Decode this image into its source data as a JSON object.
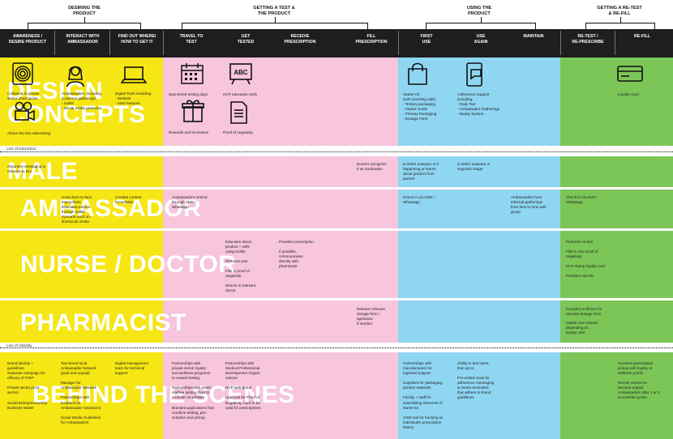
{
  "phases": [
    {
      "id": "desire",
      "lines": [
        "DESIRING THE",
        "PRODUCT"
      ]
    },
    {
      "id": "test",
      "lines": [
        "GETTING A TEST &",
        "THE PRODUCT"
      ]
    },
    {
      "id": "use",
      "lines": [
        "USING THE",
        "PRODUCT"
      ]
    },
    {
      "id": "retest",
      "lines": [
        "GETTING A RE-TEST",
        "& RE-FILL"
      ]
    }
  ],
  "steps": [
    [
      "AWARENESS /",
      "DESIRE PRODUCT"
    ],
    [
      "INTERACT WITH",
      "AMBASSADOR"
    ],
    [
      "FIND OUT WHERE/",
      "HOW TO GET IT"
    ],
    [
      "TRAVEL TO",
      "TEST"
    ],
    [
      "GET",
      "TESTED"
    ],
    [
      "RECEIVE",
      "PRESCRIPTION"
    ],
    [
      "FILL",
      "PRESCRIPTION"
    ],
    [
      "FIRST",
      "USE"
    ],
    [
      "USE",
      "AGAIN"
    ],
    [
      "MAINTAIN",
      ""
    ],
    [
      "RE-TEST /",
      "RE-PRESCRIBE"
    ],
    [
      "RE-FILL",
      ""
    ]
  ],
  "lane_labels": {
    "interaction": "Line of Interaction",
    "visibility": "Line of Visibility"
  },
  "rows": {
    "design": "DESIGN CONCEPTS",
    "male": "MALE",
    "ambassador": "AMBASSADOR",
    "nurse": "NURSE / DOCTOR",
    "pharmacist": "PHARMACIST",
    "behind": "BEHIND THE SCENES"
  },
  "notes": {
    "d1": [
      "Collateral in private",
      "sector pharmacies"
    ],
    "d2": [
      "Above-the-line advertising"
    ],
    "d3": [
      "Ambassadors, including",
      "in-person gatherings",
      "- toolkit",
      "- Social media presence"
    ],
    "d4": [
      "Digital Tools including:",
      "- Website",
      "- SMS features"
    ],
    "d5": [
      "Sponsored testing days"
    ],
    "d6": [
      "HCP education tools"
    ],
    "d7": [
      "Rewards and Incentives"
    ],
    "d8": [
      "Proof of negativity"
    ],
    "d9": [
      "Starter Kit",
      "(with branding aids)",
      "- Tertiary packaging",
      "- Starter Guide",
      "- Primary Packaging",
      "- Dosage Form"
    ],
    "d10": [
      "Adherence Support",
      "including:",
      "- Daily Text",
      "- Ambassador Gatherings",
      "- Buddy System"
    ],
    "d11": [
      "Loyalty Card"
    ],
    "m1": [
      "Assumes messaging is",
      "relevant to him"
    ],
    "m2": [
      "Doesn't recognize",
      "it as medication"
    ],
    "m3": [
      "Is either unaware of it",
      "happening or learns",
      "about product from",
      "partner"
    ],
    "m4": [
      "Is either unaware or",
      "supports usage"
    ],
    "a1": [
      "Hosts face-to-face",
      "interactions",
      "Educates women",
      "through toolkit",
      "Spreads word on-",
      "line/social media"
    ],
    "a2": [
      "Creates content",
      "for website"
    ],
    "a3": [
      "Ambassadors remind",
      "through SMS /",
      "Whatsapp"
    ],
    "a4": [
      "Check in via SMS /",
      "Whatsapp"
    ],
    "a5": [
      "Ambassadors host",
      "informal gatherings",
      "from time to time with",
      "group"
    ],
    "a6": [
      "Check in via SMS /",
      "Whatsapp"
    ],
    "n1": [
      "Educates about",
      "product + sells",
      "using toolkit"
    ],
    "n2": [
      "Performs test"
    ],
    "n3": [
      "Fills in proof of",
      "negativity"
    ],
    "n4": [
      "Directs to relevant",
      "doctor"
    ],
    "n5": [
      "Provides prescription"
    ],
    "n6": [
      "If possible,",
      "communicates",
      "directly with",
      "pharmacist"
    ],
    "n7": [
      "Performs re-test"
    ],
    "n8": [
      "Fills in new proof of",
      "negativity"
    ],
    "n9": [
      "HCP stamp loyalty card"
    ],
    "n10": [
      "Provides new Rx"
    ],
    "p1": [
      "Retrieve relevant",
      "dosage form /",
      "applicator",
      "if needed"
    ],
    "p2": [
      "Provides re-fill box for",
      "relevant dosage form"
    ],
    "p3": [
      "Hands over reward",
      "depending on",
      "loyalty card"
    ],
    "b1": [
      "Brand identity +",
      "guidelines",
      "",
      "Separate campaign for",
      "efficacy of PrEP",
      "",
      "Private sector price",
      "anchor",
      "",
      "Social Entrepreneurship",
      "Business Model"
    ],
    "b2": [
      "Two-tiered local",
      "Ambassador Network",
      "(paid and unpaid)",
      "",
      "Manager for",
      "Ambassador Network",
      "",
      "Partnerships with",
      "locations for",
      "Ambassador Activations",
      "",
      "Social Media Guidelines",
      "for Ambassadors"
    ],
    "b3": [
      "Digital management",
      "team for technical",
      "support"
    ],
    "b4": [
      "Partnerships with",
      "private sector loyalty",
      "and wellness programs",
      "to reward testing",
      "",
      "Partnerships with exam-",
      "ing/free testing days to",
      "promote on website",
      "",
      "Branded applications that",
      "combine testing, pre-",
      "scription and pickup"
    ],
    "b5": [
      "Partnerships with",
      "Medical Professional",
      "Development Organi-",
      "zations",
      "",
      "HCP web portal",
      "",
      "Approval for Proof of",
      "Negativity Card to be",
      "valid for prescriptions"
    ],
    "b6": [
      "Partnerships with",
      "manufacturers for",
      "logistical support",
      "",
      "Suppliers for packaging,",
      "printed materials",
      "",
      "Facility + staff for",
      "assembling elements of",
      "starter kit",
      "",
      "CRM tool for tracking an",
      "individual's prescription",
      "history"
    ],
    "b7": [
      "Ability to text users",
      "that opt-in",
      "",
      "Pre-written texts for",
      "adherence messaging",
      "& resest reminders",
      "that adhere to brand",
      "guidelines"
    ],
    "b8": [
      "Incentive prescription",
      "pickup with loyalty or",
      "wellness points",
      "",
      "Recruit women to",
      "become unpaid",
      "Ambassadors after 1 or 2",
      "successful cycles"
    ]
  }
}
